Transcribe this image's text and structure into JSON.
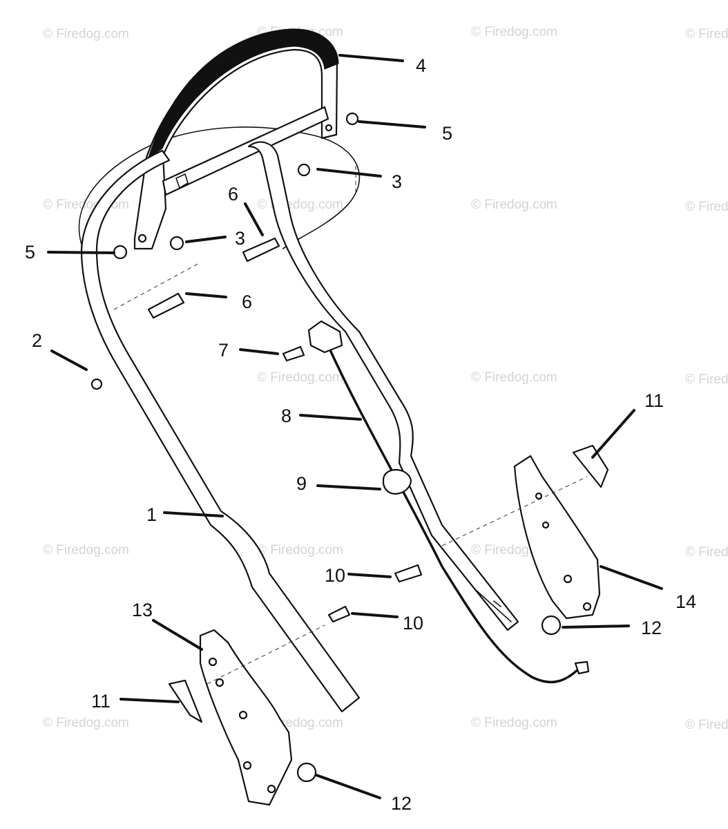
{
  "watermark": "© Firedog.com",
  "callouts": {
    "c1": "1",
    "c2": "2",
    "c3a": "3",
    "c3b": "3",
    "c4": "4",
    "c5a": "5",
    "c5b": "5",
    "c6a": "6",
    "c6b": "6",
    "c7": "7",
    "c8": "8",
    "c9": "9",
    "c10a": "10",
    "c10b": "10",
    "c11a": "11",
    "c11b": "11",
    "c12a": "12",
    "c12b": "12",
    "c13": "13",
    "c14": "14"
  }
}
